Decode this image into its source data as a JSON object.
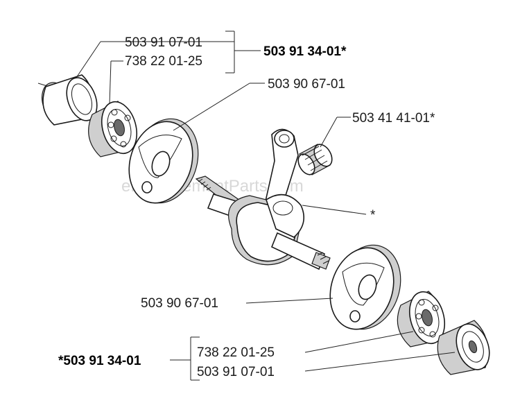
{
  "watermark": "eReplacementParts.com",
  "labels": {
    "top_bearing_sleeve": "503 91 07-01",
    "top_ball_bearing": "738 22 01-25",
    "top_kit": "503 91 34-01*",
    "top_washer": "503 90 67-01",
    "needle_bearing": "503 41 41-01*",
    "crankshaft_asterisk": "*",
    "bottom_washer": "503 90 67-01",
    "bottom_kit": "*503 91 34-01",
    "bottom_ball_bearing": "738 22 01-25",
    "bottom_bearing_sleeve": "503 91 07-01"
  }
}
